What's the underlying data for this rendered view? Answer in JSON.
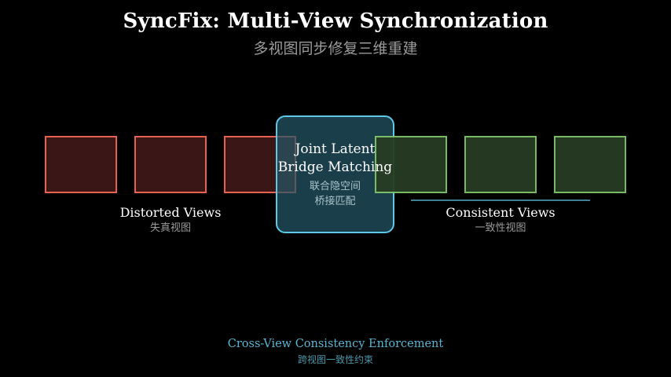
{
  "header": {
    "title": "SyncFix: Multi-View Synchronization",
    "subtitle": "多视图同步修复三维重建"
  },
  "colors": {
    "background": "#000000",
    "distorted_border": "#e8604f",
    "distorted_fill": "#3a1716",
    "consistent_border": "#7fc46a",
    "consistent_fill": "#283c24",
    "bridge_border": "#5fc8e6",
    "accent": "#5ab6d3"
  },
  "distorted": {
    "label": "Distorted Views",
    "sublabel": "失真视图",
    "view_count": 3
  },
  "bridge": {
    "title_line1": "Joint Latent",
    "title_line2": "Bridge Matching",
    "sub_line1": "联合隐空间",
    "sub_line2": "桥接匹配"
  },
  "consistent": {
    "label": "Consistent Views",
    "sublabel": "一致性视图",
    "view_count": 3
  },
  "footer": {
    "label": "Cross-View Consistency Enforcement",
    "sublabel": "跨视图一致性约束"
  }
}
